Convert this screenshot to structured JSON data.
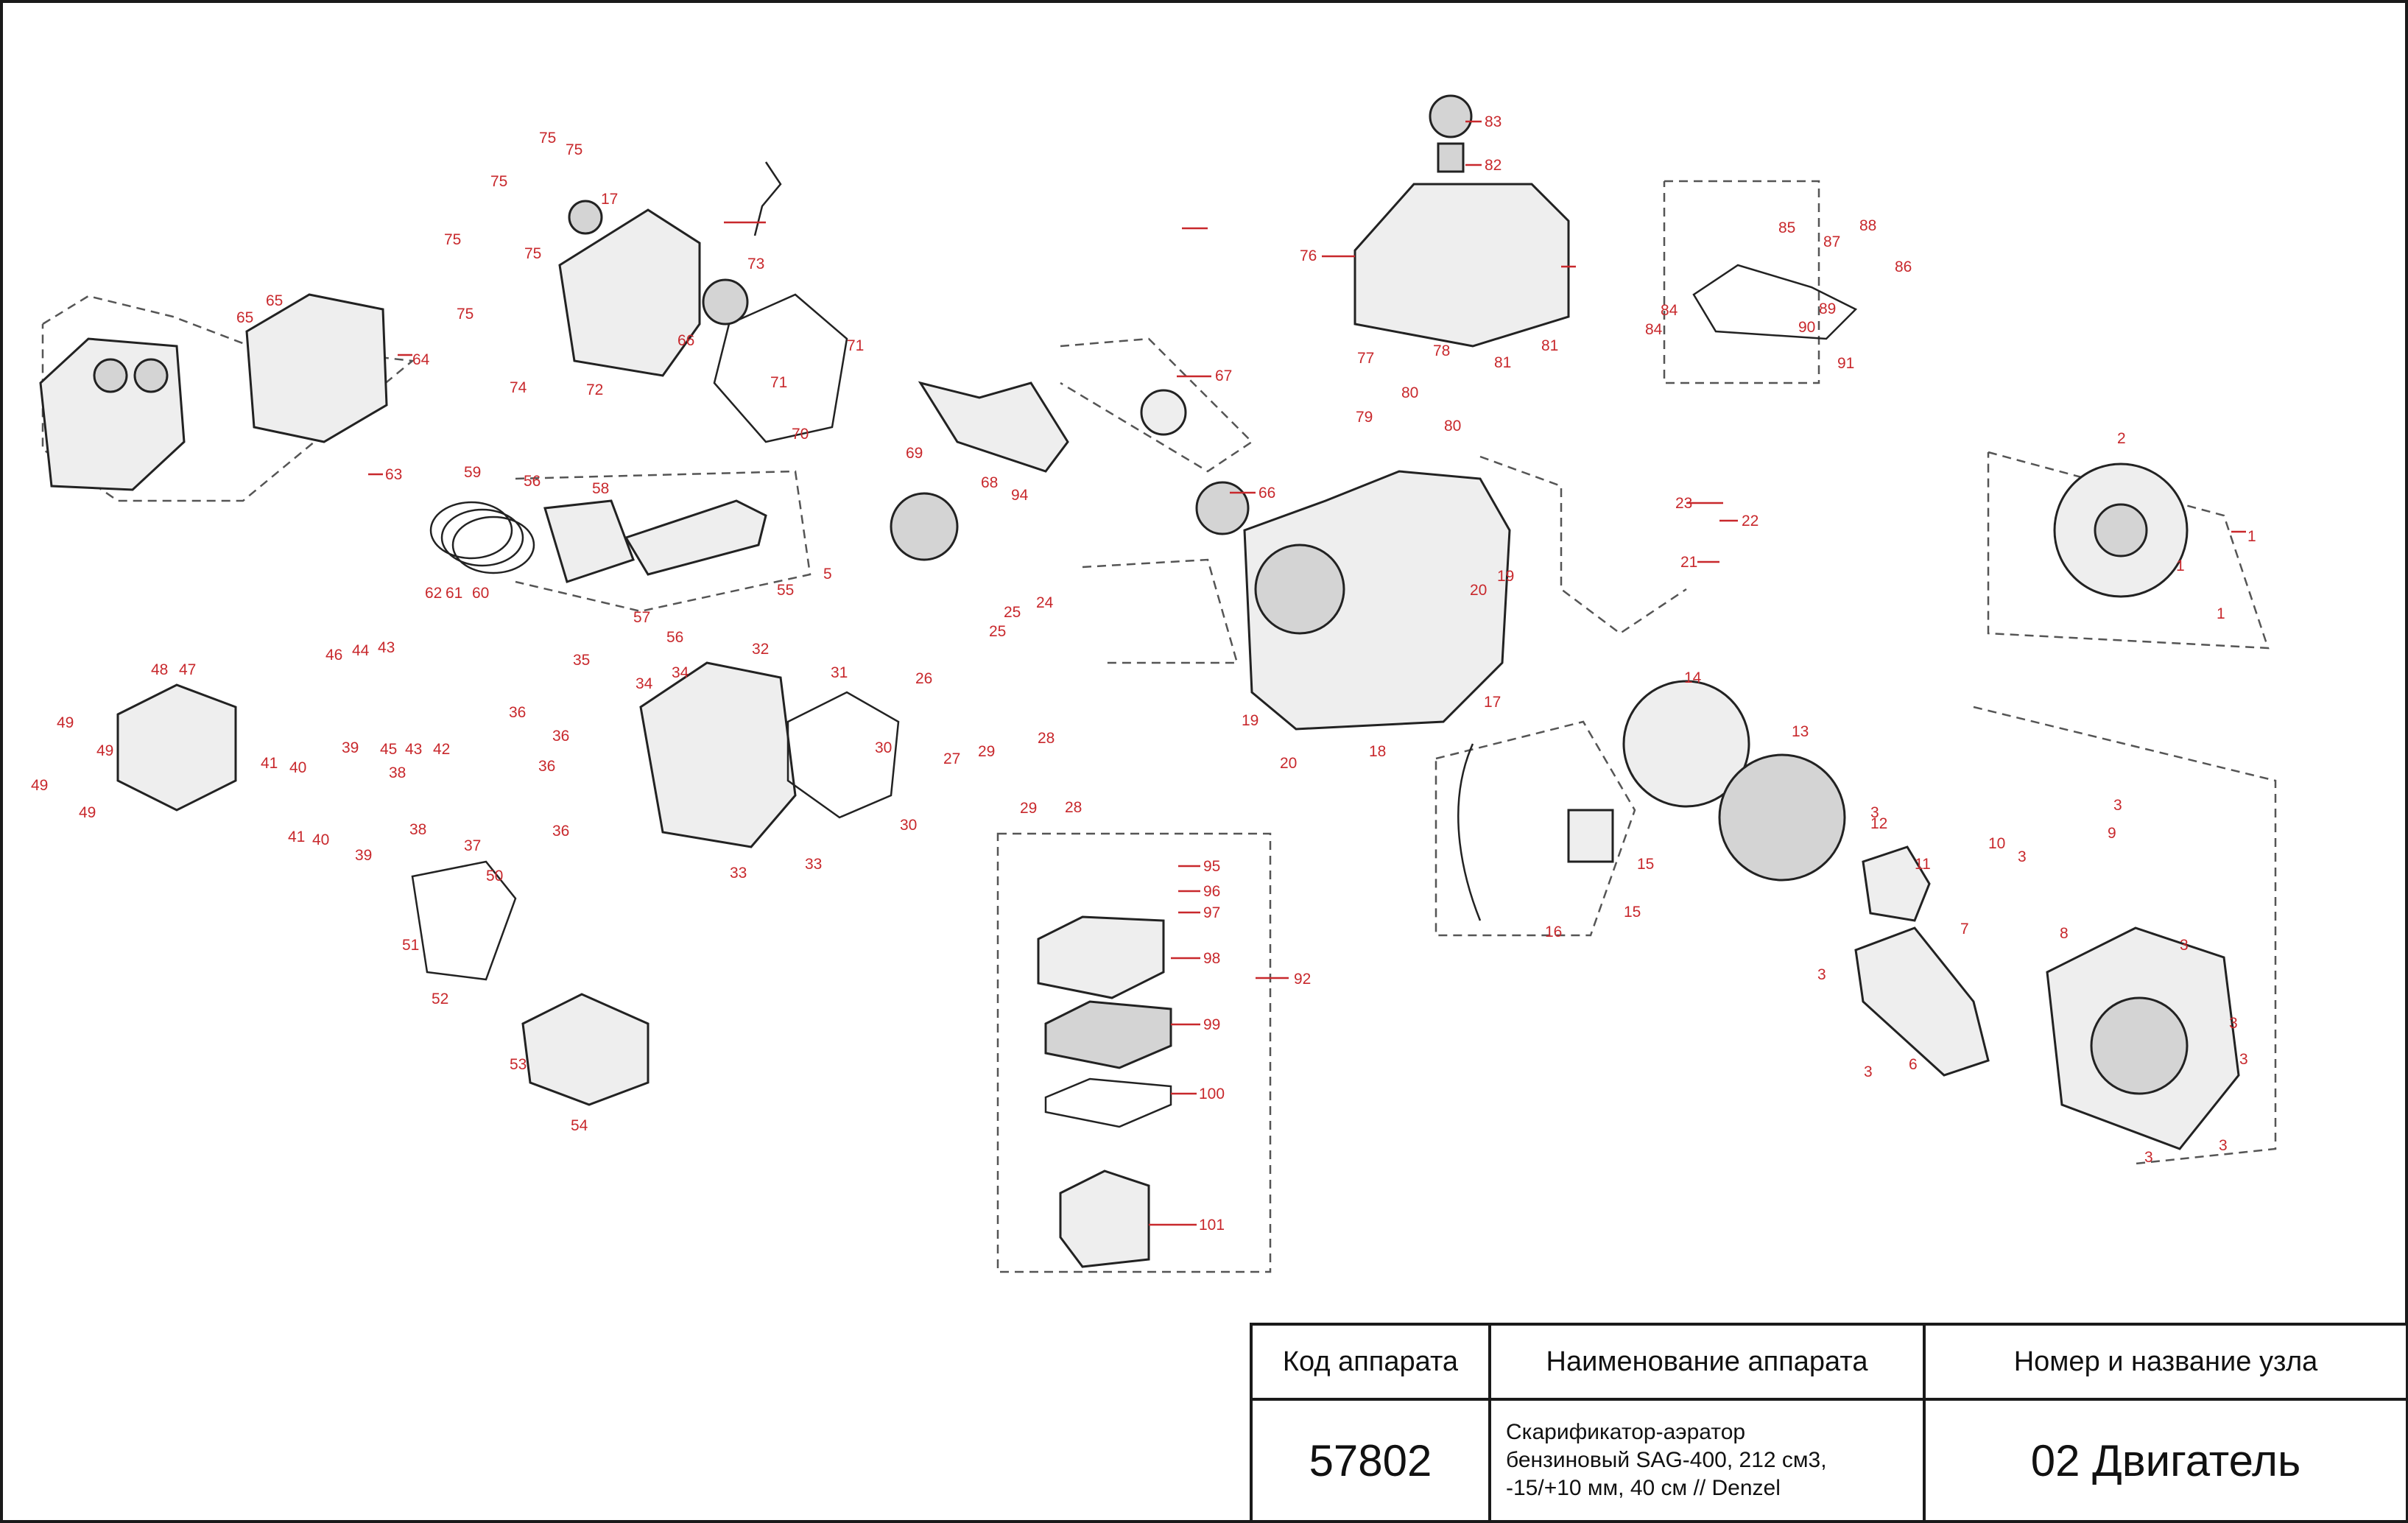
{
  "diagram": {
    "callouts": [
      "1",
      "1",
      "1",
      "2",
      "3",
      "3",
      "3",
      "3",
      "3",
      "3",
      "3",
      "3",
      "3",
      "3",
      "5",
      "6",
      "7",
      "8",
      "9",
      "10",
      "11",
      "12",
      "13",
      "14",
      "15",
      "15",
      "16",
      "17",
      "17",
      "18",
      "19",
      "19",
      "20",
      "20",
      "21",
      "22",
      "23",
      "24",
      "25",
      "25",
      "26",
      "27",
      "28",
      "28",
      "29",
      "29",
      "30",
      "30",
      "31",
      "32",
      "33",
      "33",
      "34",
      "34",
      "35",
      "36",
      "36",
      "36",
      "36",
      "37",
      "38",
      "38",
      "39",
      "39",
      "40",
      "40",
      "41",
      "41",
      "42",
      "43",
      "43",
      "44",
      "45",
      "46",
      "47",
      "48",
      "49",
      "49",
      "49",
      "49",
      "50",
      "51",
      "52",
      "53",
      "54",
      "55",
      "56",
      "56",
      "57",
      "58",
      "59",
      "60",
      "61",
      "62",
      "63",
      "64",
      "65",
      "65",
      "66",
      "66",
      "67",
      "68",
      "69",
      "70",
      "71",
      "71",
      "72",
      "73",
      "74",
      "75",
      "75",
      "75",
      "75",
      "75",
      "75",
      "76",
      "77",
      "78",
      "79",
      "80",
      "80",
      "81",
      "81",
      "82",
      "83",
      "84",
      "84",
      "85",
      "86",
      "87",
      "88",
      "89",
      "90",
      "91",
      "92",
      "94",
      "95",
      "96",
      "97",
      "98",
      "99",
      "100",
      "101"
    ]
  },
  "title_block": {
    "col1_header": "Код аппарата",
    "col2_header": "Наименование аппарата",
    "col3_header": "Номер и название узла",
    "code": "57802",
    "name_line1": "Скарификатор-аэратор",
    "name_line2": "бензиновый SAG-400, 212 см3,",
    "name_line3": "-15/+10 мм, 40 см // Denzel",
    "unit": "02 Двигатель"
  }
}
